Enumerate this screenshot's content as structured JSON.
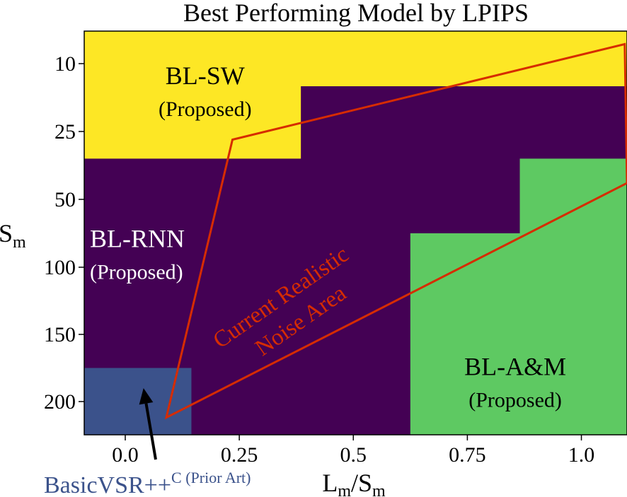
{
  "chart_data": {
    "type": "heatmap",
    "title": "Best Performing Model by LPIPS",
    "xlabel": {
      "main": "L",
      "sub1": "m",
      "mid": "/S",
      "sub2": "m"
    },
    "ylabel": {
      "main": "S",
      "sub": "m"
    },
    "x_ticks": [
      {
        "value": 0.0,
        "label": "0.0"
      },
      {
        "value": 0.25,
        "label": "0.25"
      },
      {
        "value": 0.5,
        "label": "0.5"
      },
      {
        "value": 0.75,
        "label": "0.75"
      },
      {
        "value": 1.0,
        "label": "1.0"
      }
    ],
    "y_ticks": [
      {
        "value": 10,
        "label": "10"
      },
      {
        "value": 25,
        "label": "25"
      },
      {
        "value": 50,
        "label": "50"
      },
      {
        "value": 100,
        "label": "100"
      },
      {
        "value": 150,
        "label": "150"
      },
      {
        "value": 200,
        "label": "200"
      }
    ],
    "xlim": [
      -0.09,
      1.1
    ],
    "grid": false,
    "colors": {
      "bl_sw": "#fde725",
      "bl_rnn": "#440154",
      "bl_am": "#5ec962",
      "basicvsr": "#3b528b",
      "noise_area": "#d62c00"
    },
    "regions": [
      {
        "model": "bl_rnn",
        "x0": -0.09,
        "x1": 1.1,
        "y_from": 5,
        "y_to": 225
      },
      {
        "model": "bl_sw",
        "x0": -0.09,
        "x1": 1.1,
        "y_from": 5,
        "y_to": 15
      },
      {
        "model": "bl_sw",
        "x0": -0.09,
        "x1": 0.385,
        "y_from": 15,
        "y_to": 35
      },
      {
        "model": "bl_am",
        "x0": 0.865,
        "x1": 1.1,
        "y_from": 35,
        "y_to": 75
      },
      {
        "model": "bl_am",
        "x0": 0.625,
        "x1": 1.1,
        "y_from": 75,
        "y_to": 225
      },
      {
        "model": "basicvsr",
        "x0": -0.09,
        "x1": 0.145,
        "y_from": 175,
        "y_to": 225
      }
    ],
    "region_labels": [
      {
        "name": "BL-SW",
        "note": "(Proposed)",
        "color": "#000000",
        "x": 0.175,
        "y": 13
      },
      {
        "name": "BL-RNN",
        "note": "(Proposed)",
        "color": "#ffffff",
        "x": 0.02,
        "y": 80
      },
      {
        "name": "BL-A&M",
        "note": "(Proposed)",
        "color": "#000000",
        "x": 0.855,
        "y": 175
      }
    ],
    "noise_area": {
      "label_lines": [
        "Current Realistic",
        "Noise Area"
      ],
      "polygon": [
        [
          0.09,
          212
        ],
        [
          0.235,
          28
        ],
        [
          1.095,
          7
        ],
        [
          1.1,
          44
        ]
      ]
    },
    "annotation": {
      "text": "BasicVSR++",
      "superscript": "C (Prior Art)",
      "arrow_to": [
        0.04,
        190
      ]
    }
  }
}
